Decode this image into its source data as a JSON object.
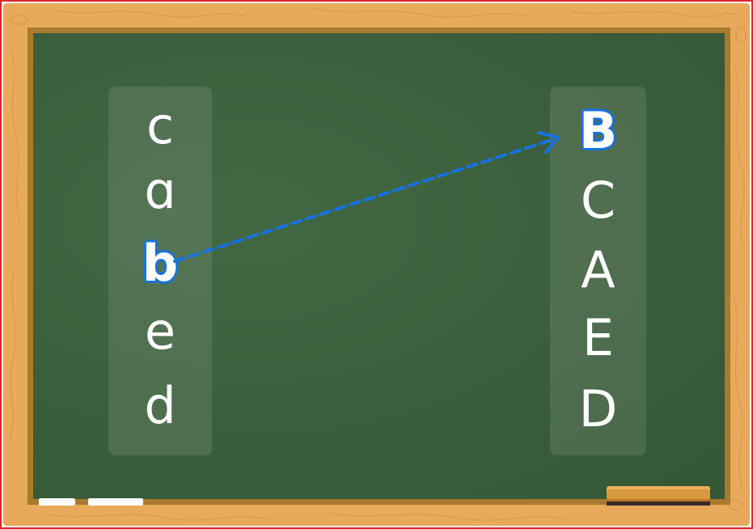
{
  "game": {
    "left_letters": [
      "c",
      "ɑ",
      "b",
      "e",
      "d"
    ],
    "right_letters": [
      "B",
      "C",
      "A",
      "E",
      "D"
    ],
    "selected_left_index": 2,
    "selected_right_index": 0
  },
  "colors": {
    "board": "#3c603d",
    "wood_frame": "#e7a95a",
    "board_border": "#a87a2e",
    "highlight": "#1672e0",
    "chalk": "#ffffff"
  }
}
